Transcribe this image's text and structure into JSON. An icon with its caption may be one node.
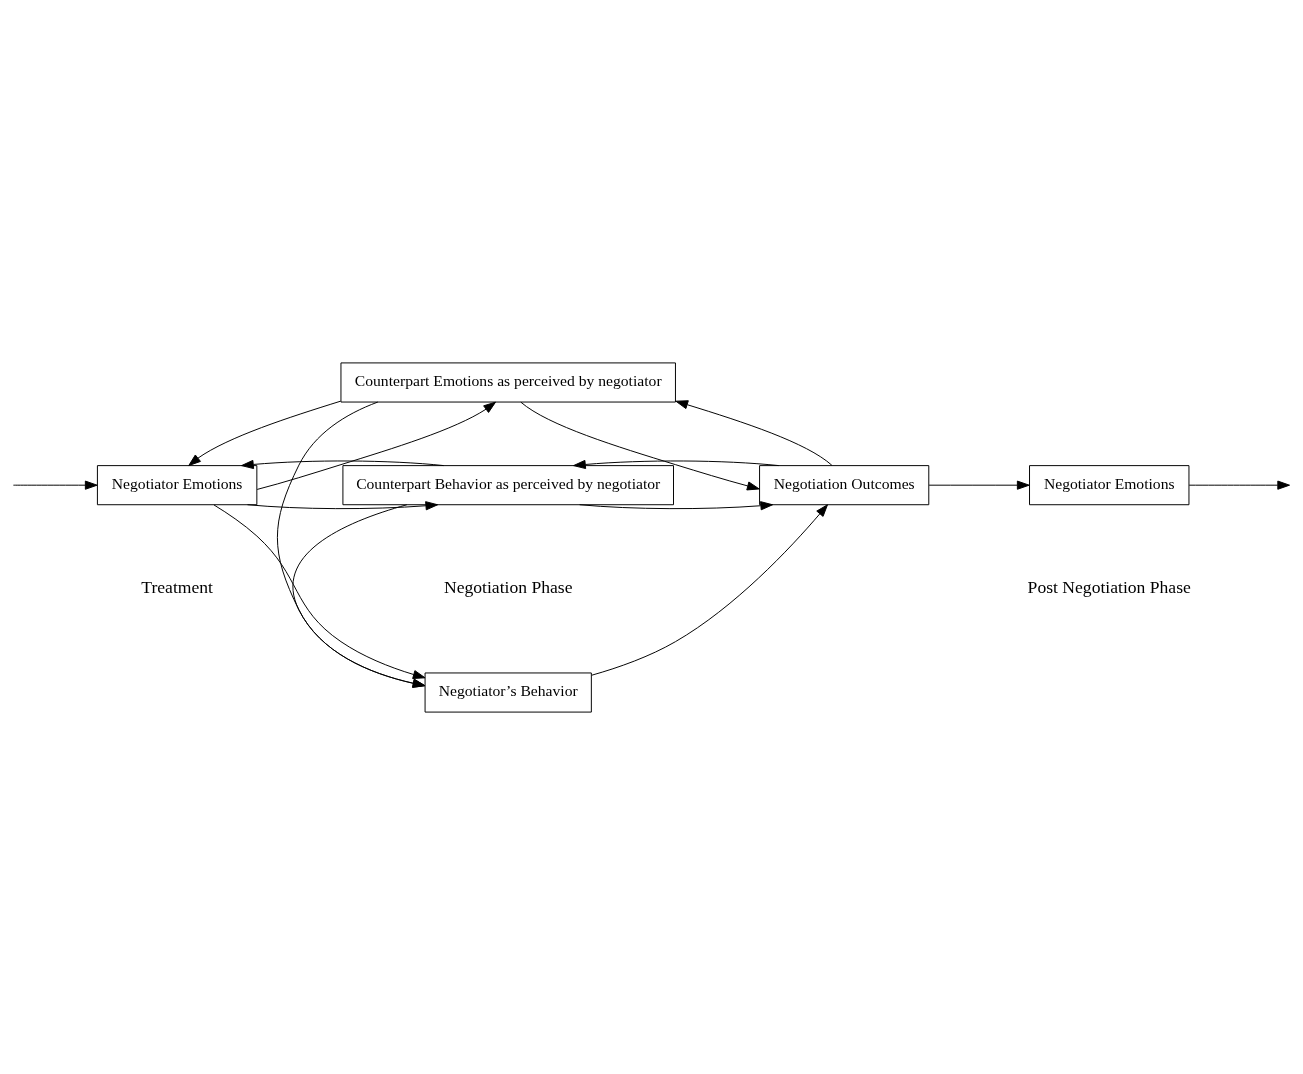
{
  "diagram": {
    "nodes": [
      {
        "text": [
          "Negotiator Emotions"
        ]
      },
      {
        "text": [
          "Counterpart Emotions as perceived by negotiator"
        ]
      },
      {
        "text": [
          "Negotiator’s Behavior"
        ]
      },
      {
        "text": [
          "Negotiation Outcomes"
        ]
      },
      {
        "text": [
          "Negotiator Emotions"
        ]
      },
      {
        "text": [
          "Counterpart Behavior as perceived by negotiator"
        ]
      }
    ],
    "edges": [
      {
        "from": null,
        "to": 0,
        "arrow": "to"
      },
      {
        "from": 0,
        "to": 1,
        "arrow": "to"
      },
      {
        "from": 1,
        "to": 0,
        "arrow": "to"
      },
      {
        "from": 1,
        "to": 3,
        "arrow": "to"
      },
      {
        "from": 3,
        "to": 1,
        "arrow": "to"
      },
      {
        "from": 1,
        "to": 2,
        "arrow": "to"
      },
      {
        "from": 0,
        "to": 2,
        "arrow": "to"
      },
      {
        "from": 2,
        "to": 3,
        "arrow": "to"
      },
      {
        "from": 3,
        "to": 4,
        "arrow": "to"
      },
      {
        "from": 4,
        "to": null,
        "arrow": "to"
      },
      {
        "from": 0,
        "to": 5,
        "arrow": "to"
      },
      {
        "from": 5,
        "to": 0,
        "arrow": "to"
      },
      {
        "from": 5,
        "to": 2,
        "arrow": "to"
      },
      {
        "from": 3,
        "to": 5,
        "arrow": "to"
      },
      {
        "from": 5,
        "to": 3,
        "arrow": "to"
      }
    ],
    "labels": [
      "Treatment",
      "Negotiation Phase",
      "Post Negotiation Phase"
    ]
  }
}
